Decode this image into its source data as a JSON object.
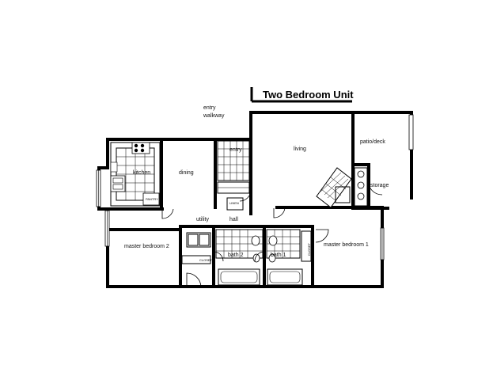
{
  "title": "Two Bedroom Unit",
  "labels": {
    "entry_walkway_1": "entry",
    "entry_walkway_2": "walkway",
    "entry": "entry",
    "living": "living",
    "patio_deck": "patio/deck",
    "storage": "storage",
    "kitchen": "kitchen",
    "dining": "dining",
    "utility": "utility",
    "hall": "hall",
    "master_bedroom_2": "master bedroom 2",
    "master_bedroom_1": "master bedroom 1",
    "bath_2": "bath 2",
    "bath_1": "bath 1",
    "linen": "LINEN",
    "closet": "CLOSET",
    "pantry": "PANTRY"
  }
}
